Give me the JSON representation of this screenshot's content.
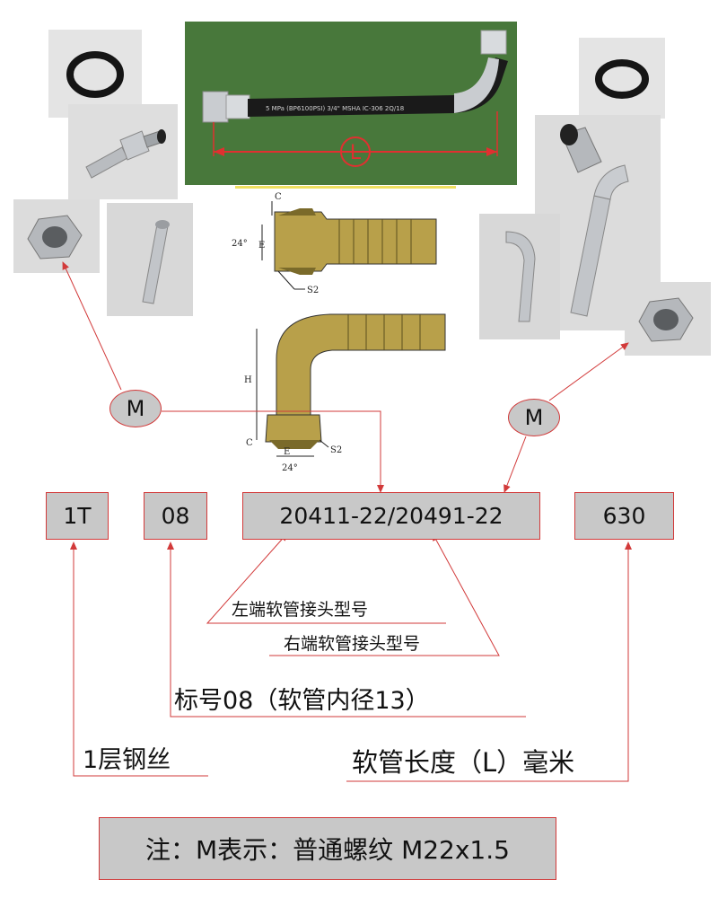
{
  "hose_photo": {
    "length_label": "L",
    "hose_print": "5 MPa (BP6100PSI) 3/4\" MSHA IC-306 2Q/18"
  },
  "drawing": {
    "straight": {
      "label_c": "C",
      "label_e": "E",
      "label_angle": "24°",
      "label_s2": "S2"
    },
    "elbow": {
      "label_h": "H",
      "label_c": "C",
      "label_e": "E",
      "label_angle": "24°",
      "label_s2": "S2"
    }
  },
  "markers": {
    "left_m": "M",
    "right_m": "M"
  },
  "codes": {
    "layer": "1T",
    "size": "08",
    "fittings": "20411-22/20491-22",
    "length": "630"
  },
  "labels": {
    "left_fitting": "左端软管接头型号",
    "right_fitting": "右端软管接头型号",
    "size_desc": "标号08（软管内径13）",
    "layer_desc": "1层钢丝",
    "length_desc": "软管长度（L）毫米"
  },
  "note": "注：M表示：普通螺纹 M22x1.5",
  "colors": {
    "accent": "#d23a3a",
    "box_fill": "#c8c8c8",
    "brass": "#b8a04a"
  }
}
